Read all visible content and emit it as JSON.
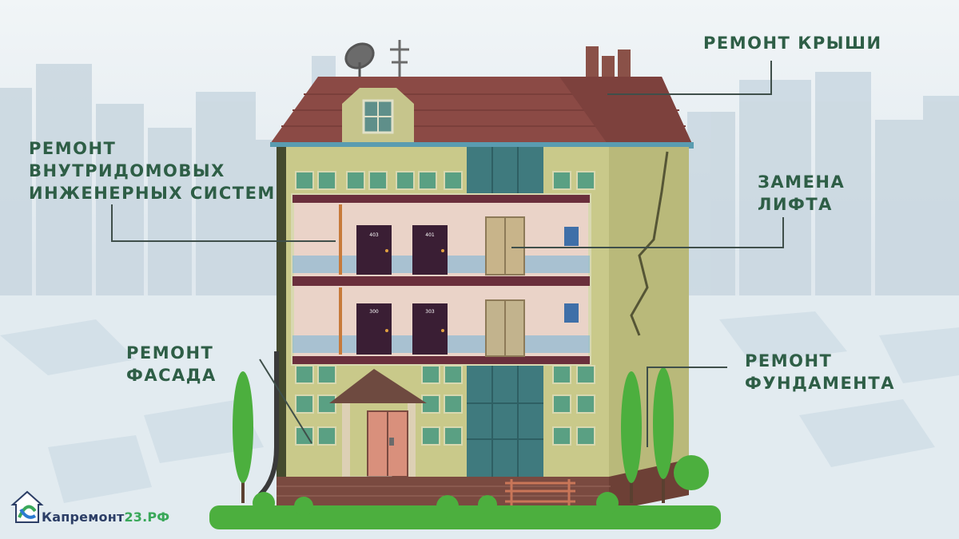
{
  "labels": {
    "roof": {
      "line1": "РЕМОНТ КРЫШИ"
    },
    "engineering": {
      "line1": "РЕМОНТ",
      "line2": "ВНУТРИДОМОВЫХ",
      "line3": "ИНЖЕНЕРНЫХ СИСТЕМ"
    },
    "elevator": {
      "line1": "ЗАМЕНА",
      "line2": "ЛИФТА"
    },
    "facade": {
      "line1": "РЕМОНТ",
      "line2": "ФАСАДА"
    },
    "foundation": {
      "line1": "РЕМОНТ",
      "line2": "ФУНДАМЕНТА"
    }
  },
  "doors": {
    "floor2": [
      "403",
      "401"
    ],
    "floor1": [
      "300",
      "303"
    ]
  },
  "logo": {
    "part1": "Капремонт",
    "part2": "23.РФ"
  },
  "colors": {
    "label": "#2e5e46",
    "roof": "#8b4a45",
    "wall": "#c9c98a",
    "brick": "#7a4a40",
    "glass": "#3f7a7e",
    "tree": "#4caf3e"
  }
}
